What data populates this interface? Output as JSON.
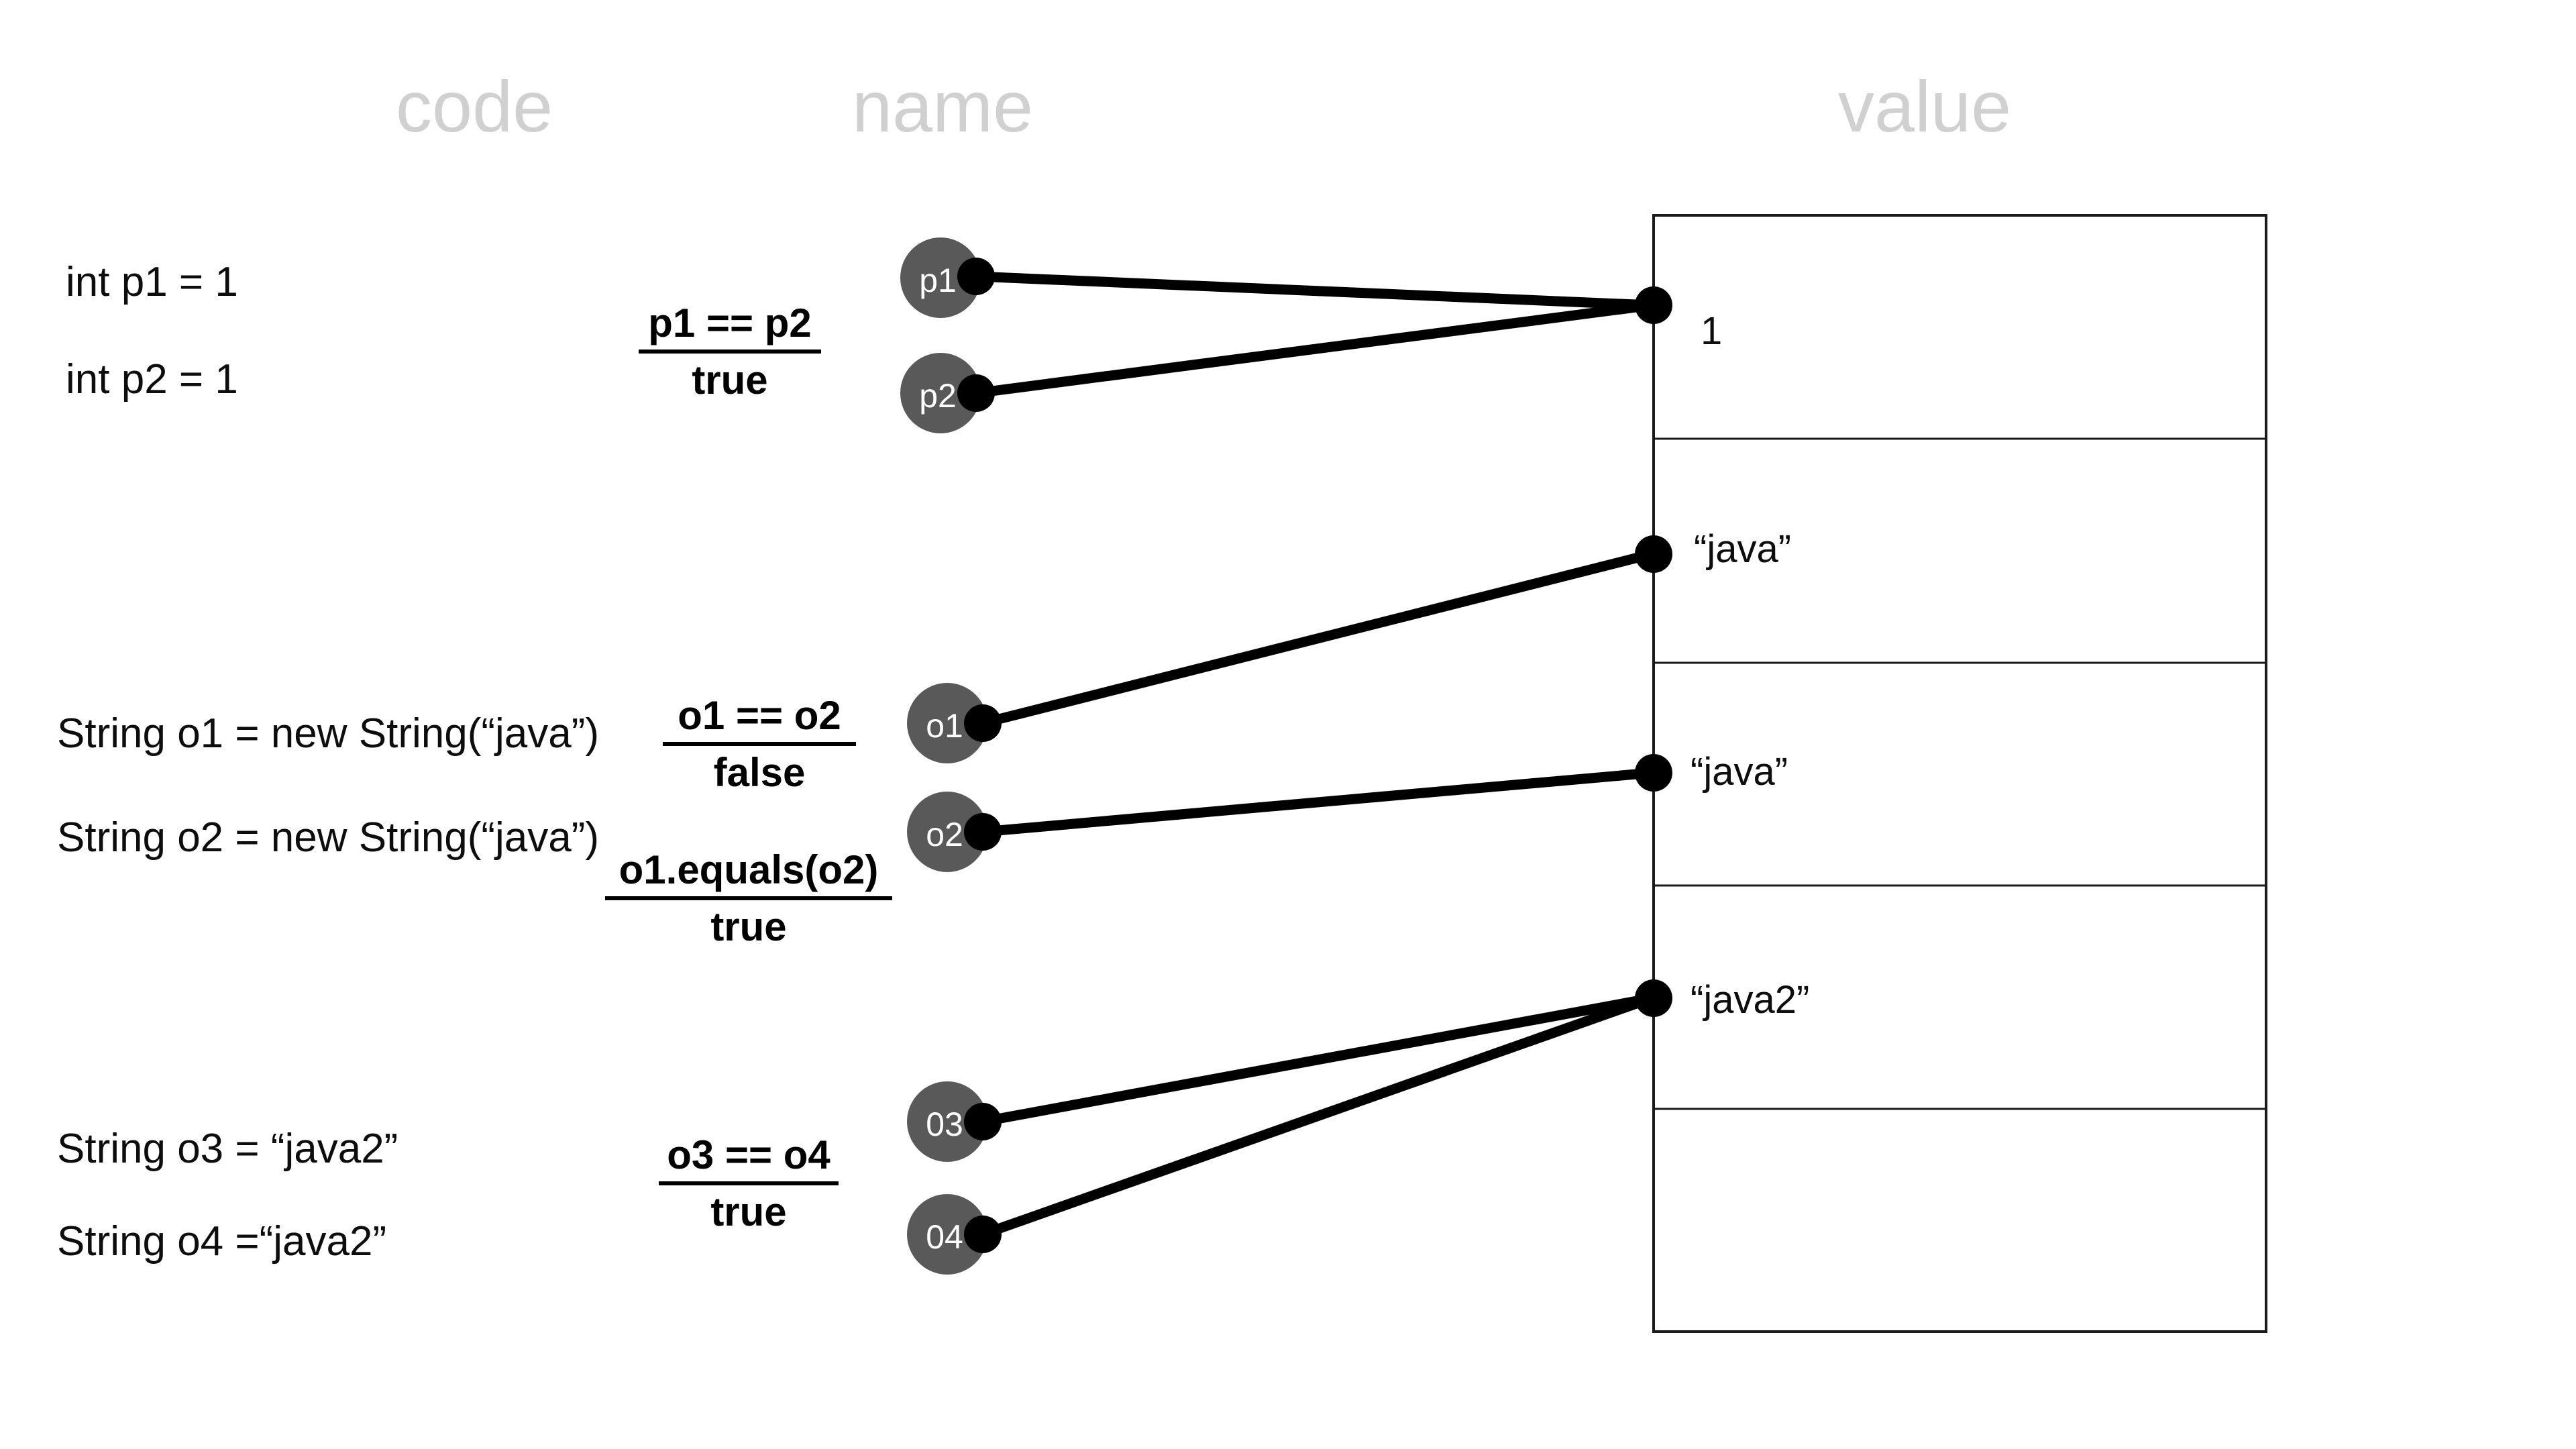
{
  "headers": {
    "code": "code",
    "name": "name",
    "value": "value"
  },
  "colors": {
    "node_fill": "#595959",
    "node_text": "#ffffff",
    "link": "#000000",
    "heading": "#d0d0d0",
    "box_border": "#1a1a1a",
    "background": "#ffffff"
  },
  "code_lines": [
    {
      "id": "code-p1",
      "text": "int p1 = 1"
    },
    {
      "id": "code-p2",
      "text": "int p2 = 1"
    },
    {
      "id": "code-o1",
      "text": "String o1 = new String(“java”)"
    },
    {
      "id": "code-o2",
      "text": "String o2 = new String(“java”)"
    },
    {
      "id": "code-o3",
      "text": "String o3 = “java2”"
    },
    {
      "id": "code-o4",
      "text": "String o4 =“java2”"
    }
  ],
  "expressions": [
    {
      "id": "frac-1",
      "numerator": "p1 == p2",
      "denominator": "true"
    },
    {
      "id": "frac-2",
      "numerator": "o1 == o2",
      "denominator": "false"
    },
    {
      "id": "frac-3",
      "numerator": "o1.equals(o2)",
      "denominator": "true"
    },
    {
      "id": "frac-4",
      "numerator": "o3 == o4",
      "denominator": "true"
    }
  ],
  "nodes": [
    {
      "id": "node-p1",
      "label": "p1"
    },
    {
      "id": "node-p2",
      "label": "p2"
    },
    {
      "id": "node-o1",
      "label": "o1"
    },
    {
      "id": "node-o2",
      "label": "o2"
    },
    {
      "id": "node-o3",
      "label": "03"
    },
    {
      "id": "node-o4",
      "label": "04"
    }
  ],
  "value_cells": [
    {
      "id": "val-0",
      "text": "1",
      "occupied": true
    },
    {
      "id": "val-1",
      "text": "“java”",
      "occupied": true
    },
    {
      "id": "val-2",
      "text": "“java”",
      "occupied": true
    },
    {
      "id": "val-3",
      "text": "“java2”",
      "occupied": true
    },
    {
      "id": "val-4",
      "text": "",
      "occupied": false
    }
  ],
  "references": [
    {
      "from": "p1",
      "to": "val-0"
    },
    {
      "from": "p2",
      "to": "val-0"
    },
    {
      "from": "o1",
      "to": "val-1"
    },
    {
      "from": "o2",
      "to": "val-2"
    },
    {
      "from": "o3",
      "to": "val-3"
    },
    {
      "from": "o4",
      "to": "val-3"
    }
  ]
}
